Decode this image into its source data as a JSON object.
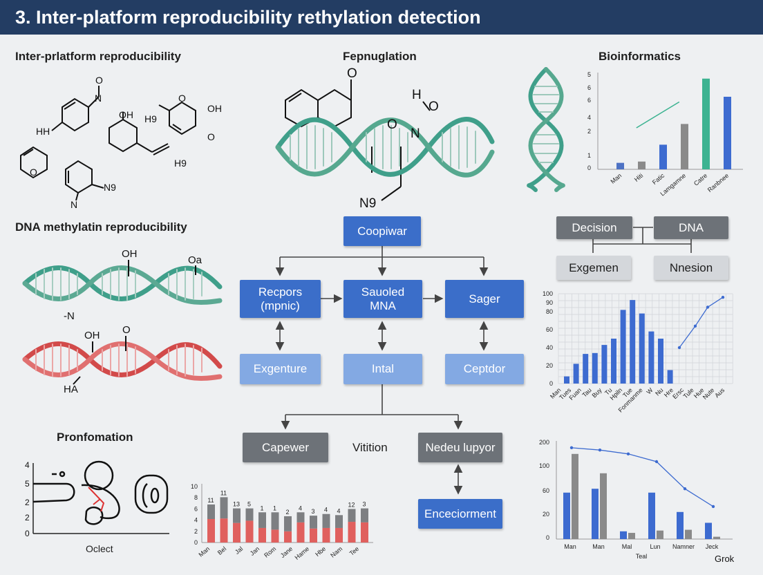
{
  "title": "3. Inter-platform reproducibility rethylation detection",
  "headings": {
    "interplatform": "Inter-prlatform reproducibility",
    "fepnuglation": "Fepnuglation",
    "bioinformatics": "Bioinformatics",
    "dna_methylation": "DNA methylatin reproducibility",
    "pronfomation": "Pronfomation",
    "oclect": "Oclect"
  },
  "molecule_labels": {
    "m1_o": "O",
    "m1_n": "N",
    "m1_hh": "HH",
    "m1_o2": "O",
    "m2_oh": "OH",
    "m2_h9": "H9",
    "m2_o1": "O",
    "m2_oh2": "OH",
    "m2_o2": "O",
    "m2_h9b": "H9",
    "m3_n": "N",
    "m3_n9": "N9",
    "c_o": "O",
    "c_h": "H",
    "c_o2": "O",
    "c_o3": "O",
    "c_n": "N",
    "c_n9": "N9",
    "d_oh": "OH",
    "d_oa": "Oa",
    "d_n": "-N",
    "d_oh2": "OH",
    "d_o": "O",
    "d_ha": "HA"
  },
  "flow": {
    "top": "Coopiwar",
    "row1": [
      "Recpors\n(mpnic)",
      "Sauoled\nMNA",
      "Sager"
    ],
    "row2": [
      "Exgenture",
      "Intal",
      "Ceptdor"
    ],
    "row3_left": "Capewer",
    "row3_mid": "Vitition",
    "row3_right": "Nedeu lupyor",
    "bottom": "Enceciorment"
  },
  "decision": {
    "a": "Decision",
    "b": "DNA",
    "c": "Exgemen",
    "d": "Nnesion"
  },
  "chart_data": [
    {
      "type": "bar",
      "categories": [
        "Man",
        "Hiti",
        "Fatic",
        "Lamgamne",
        "Catre",
        "Ranbnee"
      ],
      "values": [
        0.5,
        0.6,
        1.9,
        3.5,
        7.0,
        5.6
      ],
      "ytick_labels": [
        "0",
        "1",
        "2",
        "4",
        "6",
        "6",
        "5"
      ],
      "colors": [
        "#4d72c4",
        "#8a8a8a",
        "#3d6bd0",
        "#8a8a8a",
        "#3cb391",
        "#3d6bd0"
      ],
      "trend": [
        [
          1.8,
          3.2
        ],
        [
          3.8,
          5.2
        ]
      ]
    },
    {
      "type": "bar",
      "categories": [
        "Man",
        "Tues",
        "Fuan",
        "Tau",
        "Buy",
        "Tu",
        "Hpiln",
        "Tue",
        "Fonmanme",
        "W",
        "Nu",
        "Hre",
        "Ersc",
        "Tule",
        "Hue",
        "Nute",
        "Aus"
      ],
      "values": [
        8,
        22,
        33,
        34,
        43,
        50,
        82,
        93,
        78,
        58,
        50,
        15
      ],
      "ytick_labels": [
        "0",
        "20",
        "40",
        "60",
        "80",
        "90",
        "100"
      ],
      "line_values": [
        40,
        64,
        85,
        96
      ],
      "grid": true
    },
    {
      "type": "bar",
      "categories": [
        "Man",
        "Man",
        "Mal",
        "Lun",
        "Namner",
        "Jeck"
      ],
      "xlabel": "Teal",
      "ytick_labels": [
        "0",
        "20",
        "60",
        "100",
        "200"
      ],
      "series": [
        {
          "values": [
            60,
            65,
            10,
            60,
            35,
            21
          ],
          "color": "#3d6bd0"
        },
        {
          "values": [
            110,
            85,
            8,
            11,
            12,
            3
          ],
          "color": "#8a8a8a"
        }
      ],
      "line_values": [
        118,
        115,
        110,
        100,
        65,
        42
      ]
    },
    {
      "type": "bar",
      "stacked": true,
      "categories": [
        "Man",
        "Bel",
        "Jal",
        "Jan",
        "Rom",
        "Jane",
        "Hame",
        "Hbe",
        "Nam",
        "Tee"
      ],
      "ytick_labels": [
        "0",
        "2",
        "4",
        "6",
        "8",
        "10"
      ],
      "data_labels": [
        "11",
        "11",
        "13",
        "5",
        "1",
        "1",
        "2",
        "4",
        "3",
        "4",
        "4",
        "12",
        "3"
      ],
      "red": [
        4.2,
        4.3,
        3.5,
        3.9,
        2.6,
        2.3,
        2.0,
        3.6,
        2.5,
        2.6,
        2.6,
        3.7,
        3.6
      ],
      "gray": [
        2.6,
        3.8,
        2.6,
        2.2,
        2.8,
        3.1,
        2.7,
        1.8,
        2.3,
        2.5,
        2.3,
        2.3,
        2.5
      ]
    },
    {
      "type": "line",
      "ytick_labels": [
        "0",
        "2",
        "2",
        "5",
        "4"
      ]
    }
  ],
  "watermark": "Grok"
}
